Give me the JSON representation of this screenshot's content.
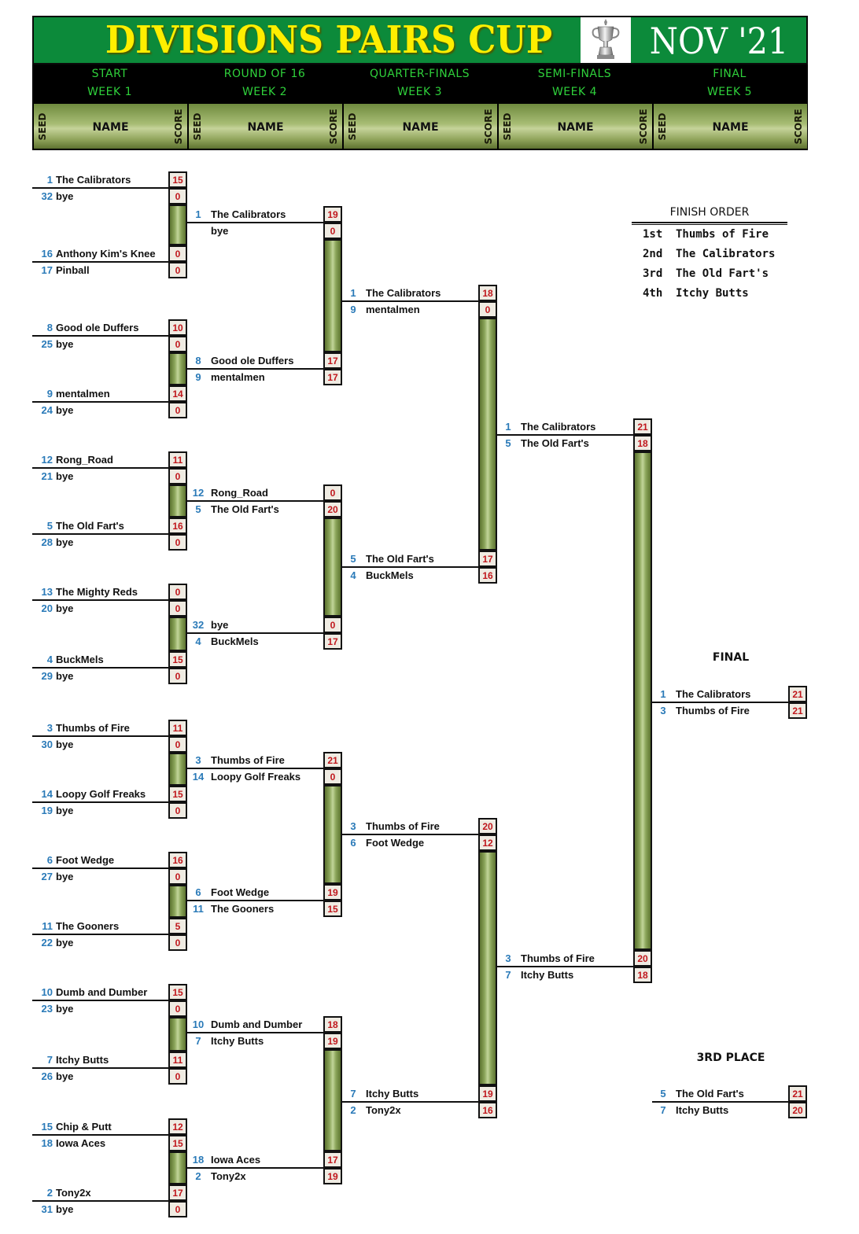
{
  "header": {
    "title": "DIVISIONS PAIRS CUP",
    "month": "NOV '21",
    "trophy_icon": "trophy-icon"
  },
  "rounds": [
    {
      "name": "START",
      "week": "WEEK 1"
    },
    {
      "name": "ROUND OF 16",
      "week": "WEEK 2"
    },
    {
      "name": "QUARTER-FINALS",
      "week": "WEEK 3"
    },
    {
      "name": "SEMI-FINALS",
      "week": "WEEK 4"
    },
    {
      "name": "FINAL",
      "week": "WEEK 5"
    }
  ],
  "column_labels": {
    "seed": "SEED",
    "name": "NAME",
    "score": "SCORE"
  },
  "colors": {
    "header_green": "#0c8a3a",
    "title_yellow": "#ffee00",
    "round_text_green": "#2fd13b",
    "seed_blue": "#2a7ab8",
    "score_red": "#c0171c",
    "score_bg": "#efebe2"
  },
  "bracket": {
    "round1": [
      [
        {
          "seed": "1",
          "name": "The Calibrators",
          "score": "15"
        },
        {
          "seed": "32",
          "name": "bye",
          "score": "0"
        }
      ],
      [
        {
          "seed": "16",
          "name": "Anthony Kim's Knee",
          "score": "0"
        },
        {
          "seed": "17",
          "name": "Pinball",
          "score": "0"
        }
      ],
      [
        {
          "seed": "8",
          "name": "Good ole Duffers",
          "score": "10"
        },
        {
          "seed": "25",
          "name": "bye",
          "score": "0"
        }
      ],
      [
        {
          "seed": "9",
          "name": "mentalmen",
          "score": "14"
        },
        {
          "seed": "24",
          "name": "bye",
          "score": "0"
        }
      ],
      [
        {
          "seed": "12",
          "name": "Rong_Road",
          "score": "11"
        },
        {
          "seed": "21",
          "name": "bye",
          "score": "0"
        }
      ],
      [
        {
          "seed": "5",
          "name": "The Old Fart's",
          "score": "16"
        },
        {
          "seed": "28",
          "name": "bye",
          "score": "0"
        }
      ],
      [
        {
          "seed": "13",
          "name": "The Mighty Reds",
          "score": "0"
        },
        {
          "seed": "20",
          "name": "bye",
          "score": "0"
        }
      ],
      [
        {
          "seed": "4",
          "name": "BuckMels",
          "score": "15"
        },
        {
          "seed": "29",
          "name": "bye",
          "score": "0"
        }
      ],
      [
        {
          "seed": "3",
          "name": "Thumbs of Fire",
          "score": "11"
        },
        {
          "seed": "30",
          "name": "bye",
          "score": "0"
        }
      ],
      [
        {
          "seed": "14",
          "name": "Loopy Golf Freaks",
          "score": "15"
        },
        {
          "seed": "19",
          "name": "bye",
          "score": "0"
        }
      ],
      [
        {
          "seed": "6",
          "name": "Foot Wedge",
          "score": "16"
        },
        {
          "seed": "27",
          "name": "bye",
          "score": "0"
        }
      ],
      [
        {
          "seed": "11",
          "name": "The Gooners",
          "score": "5"
        },
        {
          "seed": "22",
          "name": "bye",
          "score": "0"
        }
      ],
      [
        {
          "seed": "10",
          "name": "Dumb and Dumber",
          "score": "15"
        },
        {
          "seed": "23",
          "name": "bye",
          "score": "0"
        }
      ],
      [
        {
          "seed": "7",
          "name": "Itchy Butts",
          "score": "11"
        },
        {
          "seed": "26",
          "name": "bye",
          "score": "0"
        }
      ],
      [
        {
          "seed": "15",
          "name": "Chip & Putt",
          "score": "12"
        },
        {
          "seed": "18",
          "name": "Iowa Aces",
          "score": "15"
        }
      ],
      [
        {
          "seed": "2",
          "name": "Tony2x",
          "score": "17"
        },
        {
          "seed": "31",
          "name": "bye",
          "score": "0"
        }
      ]
    ],
    "round2": [
      [
        {
          "seed": "1",
          "name": "The Calibrators",
          "score": "19"
        },
        {
          "seed": "",
          "name": "bye",
          "score": "0"
        }
      ],
      [
        {
          "seed": "8",
          "name": "Good ole Duffers",
          "score": "17"
        },
        {
          "seed": "9",
          "name": "mentalmen",
          "score": "17"
        }
      ],
      [
        {
          "seed": "12",
          "name": "Rong_Road",
          "score": "0"
        },
        {
          "seed": "5",
          "name": "The Old Fart's",
          "score": "20"
        }
      ],
      [
        {
          "seed": "32",
          "name": "bye",
          "score": "0"
        },
        {
          "seed": "4",
          "name": "BuckMels",
          "score": "17"
        }
      ],
      [
        {
          "seed": "3",
          "name": "Thumbs of Fire",
          "score": "21"
        },
        {
          "seed": "14",
          "name": "Loopy Golf Freaks",
          "score": "0"
        }
      ],
      [
        {
          "seed": "6",
          "name": "Foot Wedge",
          "score": "19"
        },
        {
          "seed": "11",
          "name": "The Gooners",
          "score": "15"
        }
      ],
      [
        {
          "seed": "10",
          "name": "Dumb and Dumber",
          "score": "18"
        },
        {
          "seed": "7",
          "name": "Itchy Butts",
          "score": "19"
        }
      ],
      [
        {
          "seed": "18",
          "name": "Iowa Aces",
          "score": "17"
        },
        {
          "seed": "2",
          "name": "Tony2x",
          "score": "19"
        }
      ]
    ],
    "round3": [
      [
        {
          "seed": "1",
          "name": "The Calibrators",
          "score": "18"
        },
        {
          "seed": "9",
          "name": "mentalmen",
          "score": "0"
        }
      ],
      [
        {
          "seed": "5",
          "name": "The Old Fart's",
          "score": "17"
        },
        {
          "seed": "4",
          "name": "BuckMels",
          "score": "16"
        }
      ],
      [
        {
          "seed": "3",
          "name": "Thumbs of Fire",
          "score": "20"
        },
        {
          "seed": "6",
          "name": "Foot Wedge",
          "score": "12"
        }
      ],
      [
        {
          "seed": "7",
          "name": "Itchy Butts",
          "score": "19"
        },
        {
          "seed": "2",
          "name": "Tony2x",
          "score": "16"
        }
      ]
    ],
    "round4": [
      [
        {
          "seed": "1",
          "name": "The Calibrators",
          "score": "21"
        },
        {
          "seed": "5",
          "name": "The Old Fart's",
          "score": "18"
        }
      ],
      [
        {
          "seed": "3",
          "name": "Thumbs of Fire",
          "score": "20"
        },
        {
          "seed": "7",
          "name": "Itchy Butts",
          "score": "18"
        }
      ]
    ],
    "final": {
      "title": "FINAL",
      "match": [
        {
          "seed": "1",
          "name": "The Calibrators",
          "score": "21"
        },
        {
          "seed": "3",
          "name": "Thumbs of Fire",
          "score": "21"
        }
      ]
    },
    "third_place": {
      "title": "3RD PLACE",
      "match": [
        {
          "seed": "5",
          "name": "The Old Fart's",
          "score": "21"
        },
        {
          "seed": "7",
          "name": "Itchy Butts",
          "score": "20"
        }
      ]
    }
  },
  "finish_order": {
    "title": "FINISH ORDER",
    "rows": [
      {
        "place": "1st",
        "team": "Thumbs of Fire"
      },
      {
        "place": "2nd",
        "team": "The Calibrators"
      },
      {
        "place": "3rd",
        "team": "The Old Fart's"
      },
      {
        "place": "4th",
        "team": "Itchy Butts"
      }
    ]
  }
}
